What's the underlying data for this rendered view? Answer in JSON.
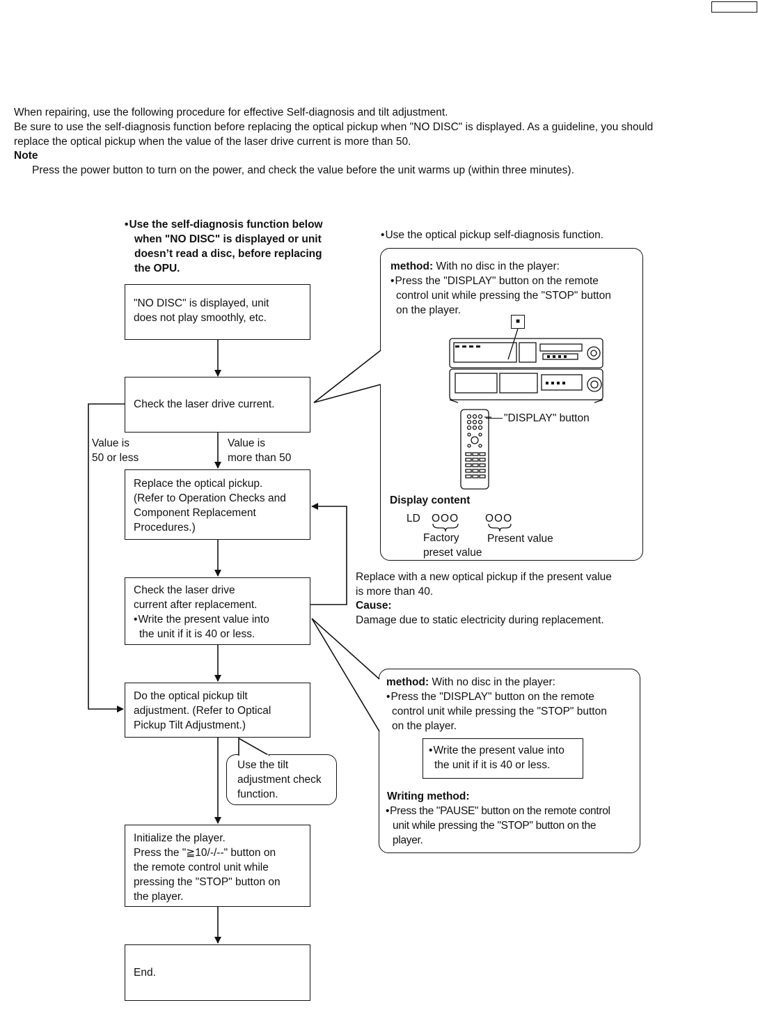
{
  "intro": {
    "line1": "When repairing, use the following procedure for effective Self-diagnosis and tilt adjustment.",
    "line2": "Be sure to use the self-diagnosis function before replacing the optical pickup when \"NO DISC\" is displayed. As a guideline, you should",
    "line3": "replace the optical pickup when the value of the laser drive current is more than 50.",
    "note_label": "Note",
    "note_text": "Press the power button to turn on the power, and check the value before the unit warms up (within three minutes)."
  },
  "heading_left": [
    "Use the self-diagnosis function below",
    "when \"NO DISC\" is displayed or unit",
    "doesn’t read a disc, before replacing",
    "the OPU."
  ],
  "heading_right": "Use the optical pickup self-diagnosis function.",
  "flow": {
    "box1": [
      "\"NO DISC\" is displayed, unit",
      "does not play smoothly, etc."
    ],
    "box2": [
      "Check the laser drive current."
    ],
    "branch_left": [
      "Value is",
      "50 or less"
    ],
    "branch_right": [
      "Value is",
      "more than 50"
    ],
    "box3": [
      "Replace the optical pickup.",
      "(Refer to Operation Checks and",
      "Component Replacement",
      "Procedures.)"
    ],
    "box4": [
      "Check the laser drive",
      "current after replacement.",
      "Write the present value into",
      "the unit if it is 40 or less."
    ],
    "box5": [
      "Do the optical pickup tilt",
      "adjustment. (Refer to Optical",
      "Pickup Tilt Adjustment.)"
    ],
    "tilt_note": [
      "Use the tilt",
      "adjustment check",
      "function."
    ],
    "box6": [
      "Initialize the player.",
      "Press the \"≧10/-/--\" button on",
      "the remote control unit while",
      "pressing the \"STOP\" button on",
      "the player."
    ],
    "box7": [
      "End."
    ]
  },
  "callout1": {
    "method_label": "method:",
    "method_text": "With no disc in the player:",
    "steps": [
      "Press the \"DISPLAY\" button on the remote",
      "control unit while pressing the \"STOP\" button",
      "on the player."
    ],
    "stop_symbol": "■",
    "display_button_label": "\"DISPLAY\" button",
    "display_content_label": "Display content",
    "ld": "LD",
    "factory_value": "OOO",
    "present_value": "OOO",
    "factory_label": [
      "Factory",
      "preset value"
    ],
    "present_label": "Present value"
  },
  "replace_note": {
    "line1": "Replace with a new optical pickup if the present value",
    "line2": "is more than 40.",
    "cause_label": "Cause:",
    "cause_text": "Damage due to static electricity during replacement."
  },
  "callout2": {
    "method_label": "method:",
    "method_text": "With no disc in the player:",
    "steps": [
      "Press the \"DISPLAY\" button on the remote",
      "control unit while pressing the \"STOP\" button",
      "on the player."
    ],
    "inner_box": [
      "Write the present value into",
      "the unit if it is 40 or less."
    ],
    "writing_label": "Writing method:",
    "writing_steps": [
      "Press the \"PAUSE\" button on the remote control",
      "unit while pressing the \"STOP\" button on the",
      "player."
    ]
  }
}
